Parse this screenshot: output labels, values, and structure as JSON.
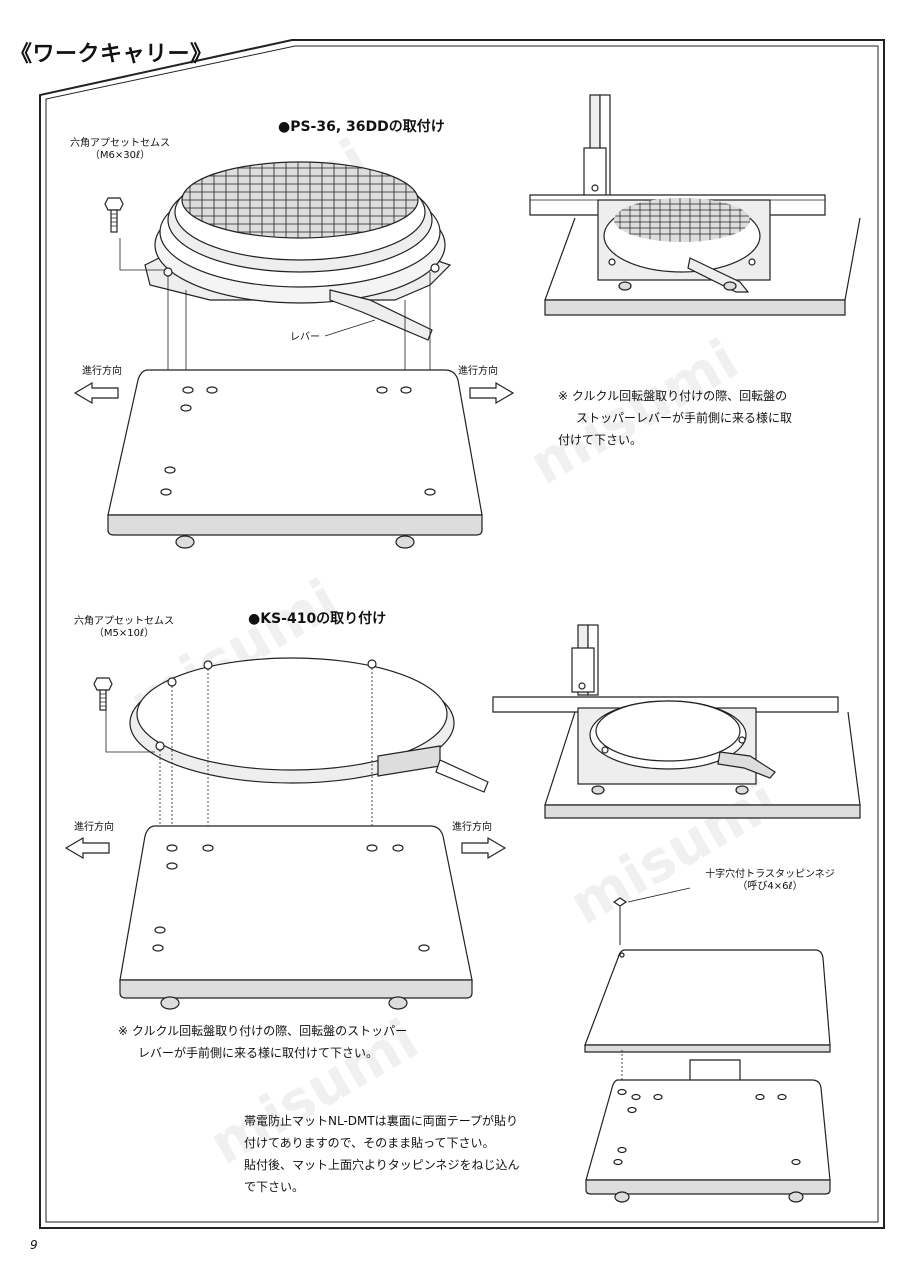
{
  "title": "《ワークキャリー》",
  "page_number": "9",
  "watermark": "misumi",
  "section1": {
    "heading": "●PS-36, 36DDの取付け",
    "screw_label_line1": "六角アプセットセムス",
    "screw_label_line2": "（M6×30ℓ）",
    "lever_label": "レバー",
    "direction_left": "進行方向",
    "direction_right": "進行方向",
    "note_line1": "※  クルクル回転盤取り付けの際、回転盤の",
    "note_line2": "ストッパーレバーが手前側に来る様に取",
    "note_line3": "付けて下さい。"
  },
  "section2": {
    "heading": "●KS-410の取り付け",
    "screw_label_line1": "六角アプセットセムス",
    "screw_label_line2": "（M5×10ℓ）",
    "direction_left": "進行方向",
    "direction_right": "進行方向",
    "note_line1": "※  クルクル回転盤取り付けの際、回転盤のストッパー",
    "note_line2": "レバーが手前側に来る様に取付けて下さい。"
  },
  "section3": {
    "screw_label_line1": "十字穴付トラスタッピンネジ",
    "screw_label_line2": "（呼び4×6ℓ）",
    "note_line1": "帯電防止マットNL-DMTは裏面に両面テープが貼り",
    "note_line2": "付けてありますので、そのまま貼って下さい。",
    "note_line3": "貼付後、マット上面穴よりタッピンネジをねじ込ん",
    "note_line4": "で下さい。"
  }
}
